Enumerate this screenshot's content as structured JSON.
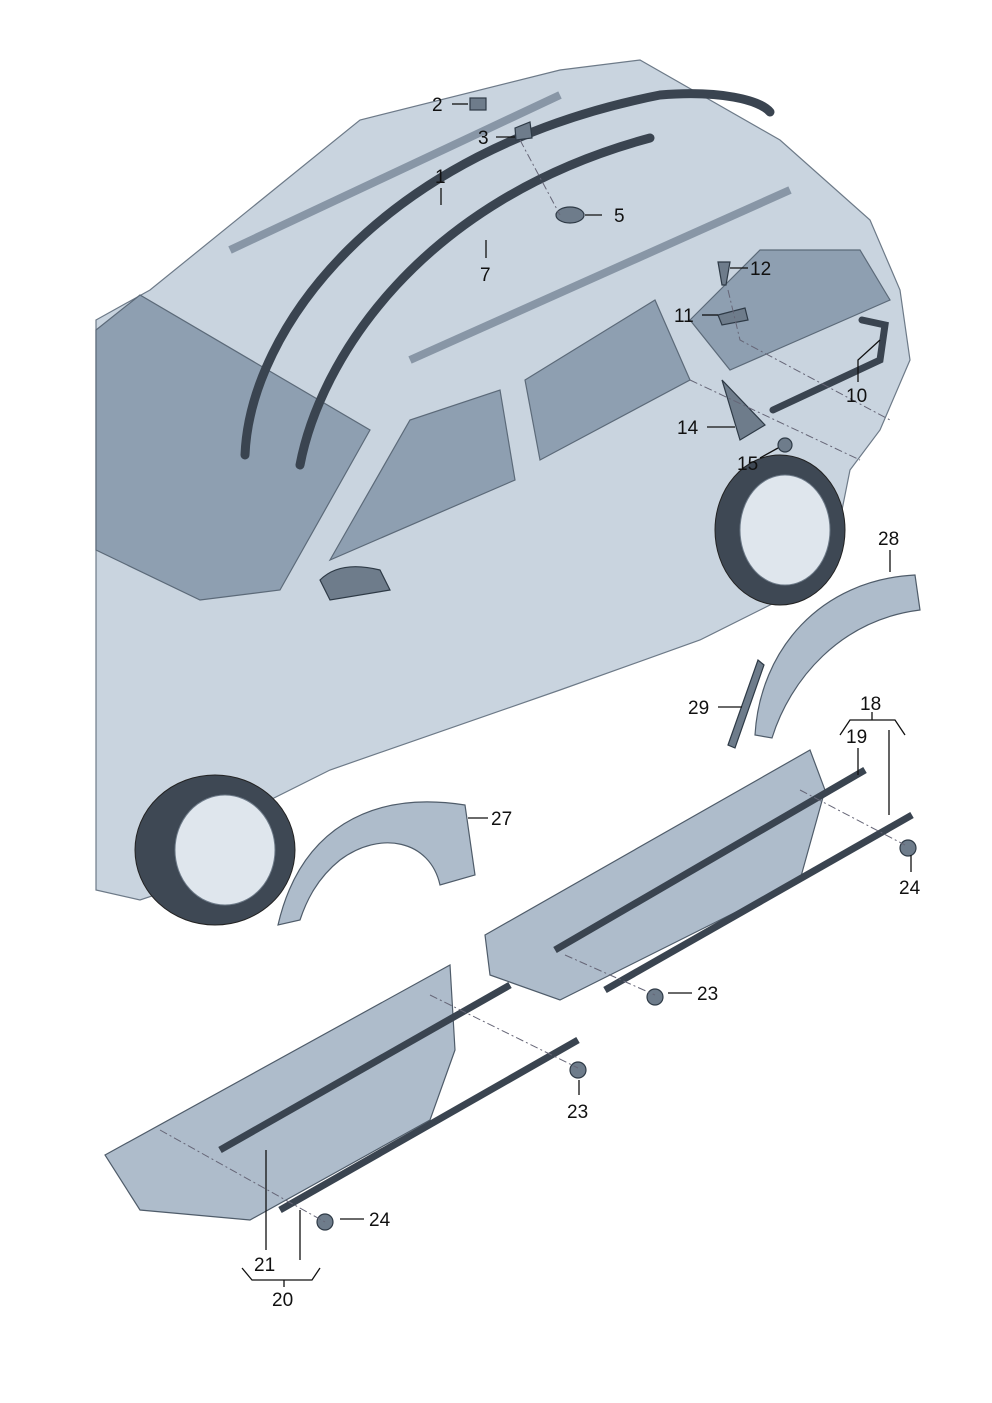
{
  "diagram": {
    "title": "Body side trim parts",
    "callouts": [
      {
        "id": "c2",
        "text": "2"
      },
      {
        "id": "c3",
        "text": "3"
      },
      {
        "id": "c1",
        "text": "1"
      },
      {
        "id": "c5",
        "text": "5"
      },
      {
        "id": "c7",
        "text": "7"
      },
      {
        "id": "c12",
        "text": "12"
      },
      {
        "id": "c11",
        "text": "11"
      },
      {
        "id": "c10",
        "text": "10"
      },
      {
        "id": "c14",
        "text": "14"
      },
      {
        "id": "c15",
        "text": "15"
      },
      {
        "id": "c28",
        "text": "28"
      },
      {
        "id": "c29",
        "text": "29"
      },
      {
        "id": "c18",
        "text": "18"
      },
      {
        "id": "c19",
        "text": "19"
      },
      {
        "id": "c27",
        "text": "27"
      },
      {
        "id": "c24a",
        "text": "24"
      },
      {
        "id": "c23a",
        "text": "23"
      },
      {
        "id": "c23b",
        "text": "23"
      },
      {
        "id": "c24b",
        "text": "24"
      },
      {
        "id": "c21",
        "text": "21"
      },
      {
        "id": "c20",
        "text": "20"
      }
    ]
  }
}
